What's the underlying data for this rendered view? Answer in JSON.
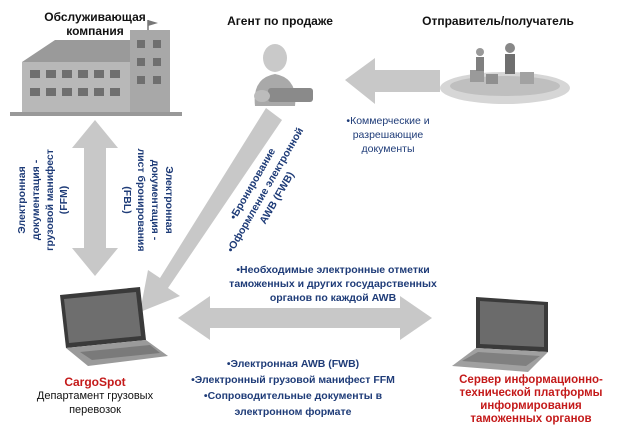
{
  "nodes": {
    "service_company": {
      "line1": "Обслуживающая",
      "line2": "компания"
    },
    "sales_agent": {
      "label": "Агент по продаже"
    },
    "sender_receiver": {
      "label": "Отправитель/получатель"
    },
    "cargospot": {
      "name": "CargoSpot",
      "line1": "Департамент грузовых",
      "line2": "перевозок"
    },
    "server": {
      "line1": "Сервер информационно-",
      "line2": "технической платформы",
      "line3": "информирования",
      "line4": "таможенных органов"
    }
  },
  "flows": {
    "sender_to_agent": {
      "line1": "•Коммерческие и",
      "line2": "разрешающие",
      "line3": "документы"
    },
    "agent_to_cargospot": {
      "line1": "•Бронирование",
      "line2": "•Оформление электронной",
      "line3": "AWB (FWB)"
    },
    "cargospot_to_company_a": {
      "line1": "Электронная",
      "line2": "документация -",
      "line3": "грузовой манифест",
      "line4": "(FFM)"
    },
    "cargospot_to_company_b": {
      "line1": "Электронная",
      "line2": "документация -",
      "line3": "лист бронирования",
      "line4": "(FBL)"
    },
    "server_to_cargospot": {
      "line1": "•Необходимые электронные отметки",
      "line2": "таможенных и других государственных",
      "line3": "органов по каждой AWB"
    },
    "cargospot_to_server": {
      "line1": "•Электронная AWB (FWB)",
      "line2": "•Электронный грузовой манифест FFM",
      "line3": "•Сопроводительные документы в",
      "line4": "электронном формате"
    }
  },
  "colors": {
    "arrow": "#c8c8c8",
    "text_blue": "#1f3c78",
    "accent_red": "#c41a1a"
  }
}
